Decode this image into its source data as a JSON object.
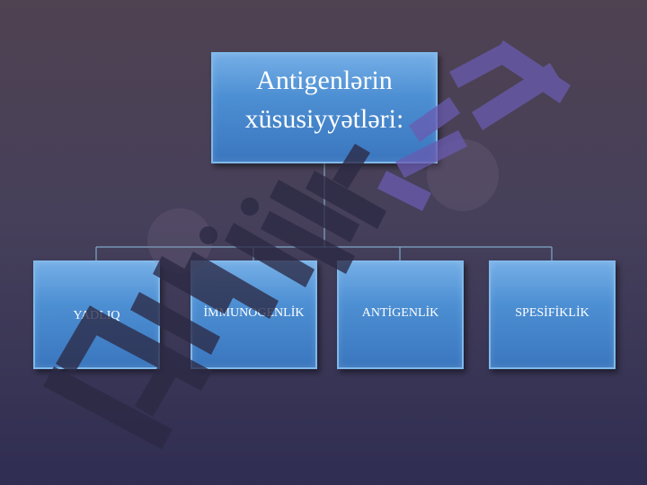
{
  "diagram": {
    "root": {
      "line1": "Antigenlərin",
      "line2": "xüsusiyyətləri:"
    },
    "children": [
      {
        "label": "YADLIQ"
      },
      {
        "label": "İMMUNOGENLİK"
      },
      {
        "label": "ANTİGENLİK"
      },
      {
        "label": "SPESİFİKLİK"
      }
    ]
  },
  "watermark": {
    "text": "Hüjjat24"
  },
  "colors": {
    "background_top": "#4f4251",
    "background_bottom": "#2f2d52",
    "box_fill": "#4d8fd3",
    "box_border": "#7fb8ea",
    "connector": "#7fa9c8",
    "watermark_dark": "#2c2a44",
    "watermark_purple": "#6a5bb0"
  }
}
